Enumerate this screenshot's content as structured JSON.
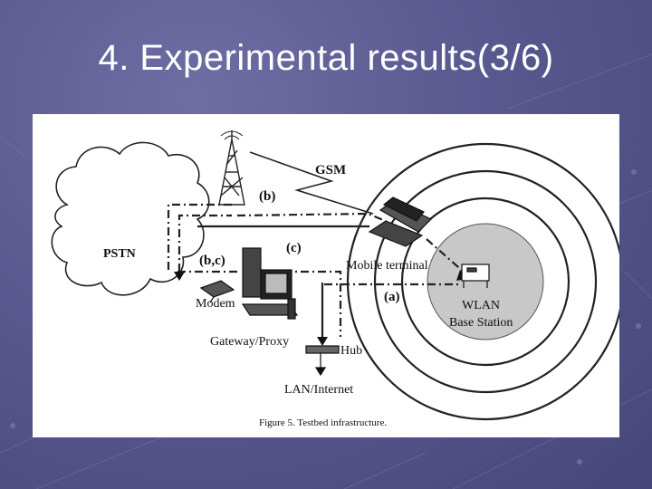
{
  "slide": {
    "title": "4. Experimental results(3/6)"
  },
  "colors": {
    "background": "#595990",
    "title_text": "#ffffff",
    "figure_background": "#ffffff",
    "wlan_disk": "#c8c8c8"
  },
  "figure": {
    "caption": "Figure 5. Testbed infrastructure.",
    "labels": {
      "pstn": "PSTN",
      "gsm": "GSM",
      "path_b": "(b)",
      "path_c": "(c)",
      "path_bc": "(b,c)",
      "path_a": "(a)",
      "mobile_terminal": "Mobile terminal",
      "modem": "Modem",
      "gateway_proxy": "Gateway/Proxy",
      "hub": "Hub",
      "lan_internet": "LAN/Internet",
      "wlan": "WLAN",
      "base_station": "Base Station"
    },
    "icons": [
      "cell-tower-icon",
      "laptop-icon",
      "desktop-computer-icon",
      "modem-icon",
      "hub-icon",
      "access-point-icon",
      "cloud-icon"
    ]
  }
}
